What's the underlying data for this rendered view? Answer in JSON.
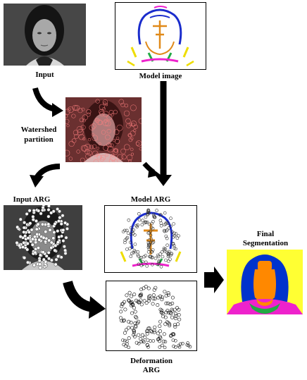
{
  "labels": {
    "input": "Input",
    "model_image": "Model image",
    "watershed_1": "Watershed",
    "watershed_2": "partition",
    "input_arg": "Input ARG",
    "model_arg": "Model ARG",
    "final_1": "Final",
    "final_2": "Segmentation",
    "deformation_1": "Deformation",
    "deformation_2": "ARG"
  },
  "colors": {
    "hair_blue": "#0033cc",
    "face_orange": "#ff8800",
    "neck_yellow": "#ffff00",
    "collar_green": "#22aa44",
    "shirt_magenta": "#ee22cc",
    "background_yellow": "#ffff33",
    "watershed_red": "#aa1a1a",
    "arrow": "#000000"
  },
  "panels": [
    {
      "id": "input-photo",
      "kind": "grayscale portrait photo"
    },
    {
      "id": "model-image",
      "kind": "colored sketch"
    },
    {
      "id": "watershed-partition",
      "kind": "portrait with red watershed regions"
    },
    {
      "id": "input-arg",
      "kind": "portrait with graph nodes"
    },
    {
      "id": "model-arg",
      "kind": "sketch with graph nodes"
    },
    {
      "id": "final-segmentation",
      "kind": "flat color segmentation"
    },
    {
      "id": "deformation-arg",
      "kind": "graph nodes only"
    }
  ]
}
